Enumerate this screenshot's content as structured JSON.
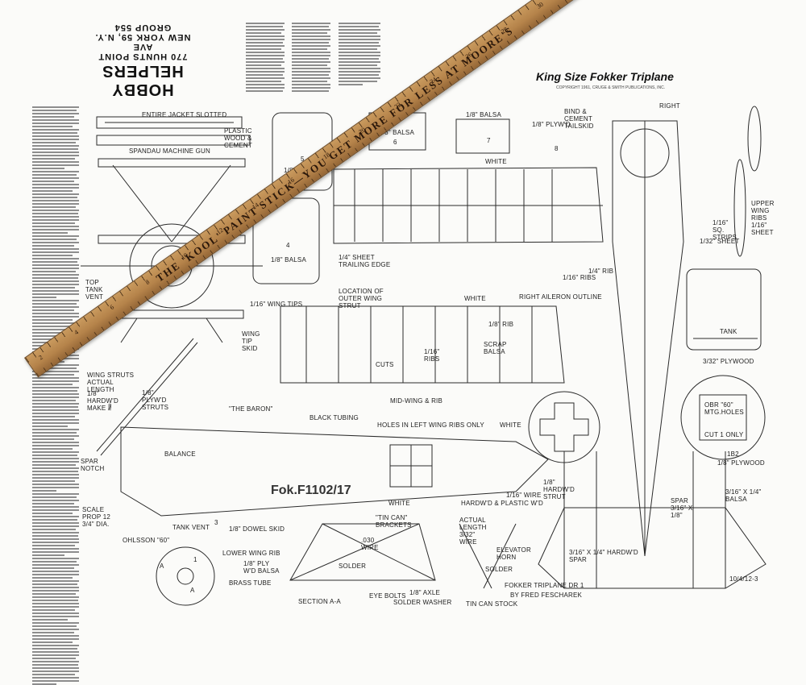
{
  "stamp": {
    "line1": "HOBBY HELPERS",
    "line2": "770 HUNTS POINT AVE",
    "line3": "NEW YORK 59, N.Y.",
    "line4": "GROUP 554"
  },
  "plan": {
    "title": "King Size Fokker Triplane",
    "copyright": "COPYRIGHT 1961, CRUGE & SMITH PUBLICATIONS, INC.",
    "author_line1": "FOKKER TRIPLANE DR 1",
    "author_line2": "BY FRED FESCHAREK",
    "sheet_ref": "10/4/12-3",
    "registration": "Fok.F1102/17"
  },
  "labels": {
    "entire_jacket": "ENTIRE JACKET SLOTTED",
    "spandau": "SPANDAU MACHINE GUN",
    "plastic_wood": "PLASTIC WOOD & CEMENT",
    "balsa_5": "1/8\" BALSA",
    "balsa_6": "1/8\" BALSA",
    "balsa_4": "1/8\" BALSA",
    "balsa_7": "1/8\" BALSA",
    "plywd_tailskid": "1/8\" PLYW'D",
    "bind_cement": "BIND & CEMENT TAILSKID",
    "right": "RIGHT",
    "white_top": "WHITE",
    "sheet_trailing": "1/4\" SHEET TRAILING EDGE",
    "sq_strips": "1/16\" SQ. STRIPS",
    "sheet_132": "1/32\" SHEET",
    "upper_wing_ribs": "UPPER WING RIBS 1/16\" SHEET",
    "top_tank_vent": "TOP TANK VENT",
    "wing_tips": "1/16\" WING TIPS",
    "location_strut": "LOCATION OF OUTER WING STRUT",
    "white_mid": "WHITE",
    "right_aileron": "RIGHT AILERON OUTLINE",
    "rib_18": "1/8\" RIB",
    "ribs_116": "1/16\" RIBS",
    "scrap_balsa": "SCRAP BALSA",
    "wing_tip_skid": "WING TIP SKID",
    "tank": "TANK",
    "plywood_332": "3/32\" PLYWOOD",
    "wing_struts": "WING STRUTS ACTUAL LENGTH",
    "hardwd_make2": "1/8\" HARDW'D MAKE 2",
    "plywd_struts": "1/8\" PLYW'D STRUTS",
    "the_baron": "\"THE BARON\"",
    "black_tubing": "BLACK TUBING",
    "mid_wing_rib": "MID-WING & RIB",
    "holes_left": "HOLES IN LEFT WING RIBS ONLY",
    "white_roundel": "WHITE",
    "obr60": "OBR \"60\" MTG.HOLES",
    "cut_1_only": "CUT 1 ONLY",
    "plywood_18": "1/8\" PLYWOOD",
    "spar_notch": "SPAR NOTCH",
    "balance": "BALANCE",
    "scale_prop": "SCALE PROP 12 3/4\" DIA.",
    "hardwd_strut": "1/8\" HARDW'D STRUT",
    "wire_116": "1/16\" WIRE",
    "hardwd_plastic": "HARDW'D & PLASTIC W'D",
    "white_fus": "WHITE",
    "balsa_316": "3/16\" X 1/4\" BALSA",
    "spar": "SPAR 3/16\" X 1/8\"",
    "tank_vent": "TANK VENT",
    "dowel_skid": "1/8\" DOWEL SKID",
    "ohlsson": "OHLSSON \"60\"",
    "tin_can": "\"TIN CAN\" BRACKETS",
    "actual_length": "ACTUAL LENGTH 3/32\" WIRE",
    "elevator_horn": "ELEVATOR HORN",
    "lower_wing_rib": "LOWER WING RIB",
    "wire_030": ".030 WIRE",
    "plywd_balsa": "1/8\" PLY W'D BALSA",
    "brass_tube": "BRASS TUBE",
    "solder1": "SOLDER",
    "solder2": "SOLDER",
    "section_aa": "SECTION A-A",
    "eye_bolts": "EYE BOLTS",
    "axle": "1/8\" AXLE",
    "solder_washer": "SOLDER WASHER",
    "tin_can_stock": "TIN CAN STOCK",
    "spar_label": "3/16\" X 1/4\" HARDW'D SPAR",
    "rib_14": "1/4\" RIB",
    "ribs_116b": "1/16\" RIBS",
    "cuts": "CUTS",
    "num_5": "5",
    "num_6": "6",
    "num_7": "7",
    "num_4": "4",
    "num_8": "8",
    "num_1b2": "1B2",
    "num_3": "3",
    "num_1": "1",
    "num_2": "2",
    "num_a1": "A",
    "num_a2": "A"
  },
  "ruler": {
    "slogan": "THE 'KOOL' PAINT STICK—YOU GET MORE FOR LESS AT MOORE'S",
    "numbers": [
      "2",
      "4",
      "6",
      "8",
      "10",
      "12",
      "14",
      "16",
      "18",
      "20",
      "22",
      "24",
      "26",
      "28",
      "30",
      "32",
      "34"
    ]
  },
  "colors": {
    "paper": "#fbfbf9",
    "ink": "#1c1c1c",
    "ruler_wood": "#b5834a"
  }
}
